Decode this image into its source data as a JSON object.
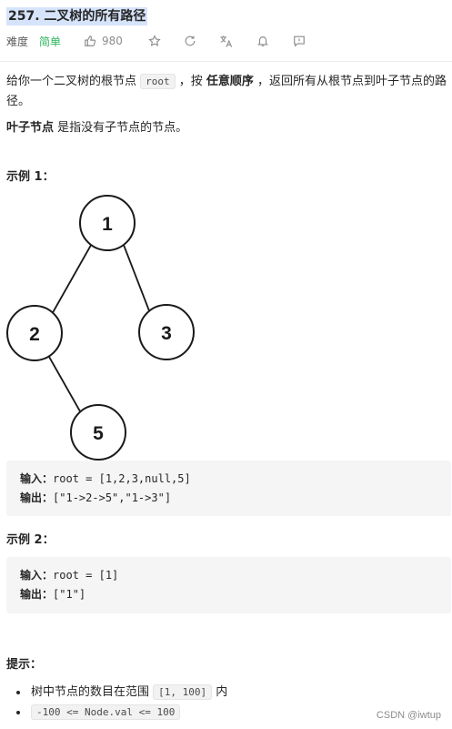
{
  "problem": {
    "title": "257. 二叉树的所有路径",
    "difficulty_label": "难度",
    "difficulty": "简单",
    "likes": "980"
  },
  "description": {
    "p1_a": "给你一个二叉树的根节点 ",
    "p1_code": "root",
    "p1_b": " ，按 ",
    "p1_bold": "任意顺序",
    "p1_c": " ，返回所有从根节点到叶子节点的路",
    "p1_d": "径。",
    "p2_bold": "叶子节点",
    "p2_rest": " 是指没有子节点的节点。"
  },
  "example1": {
    "heading": "示例 1：",
    "tree_nodes": [
      "1",
      "2",
      "3",
      "5"
    ],
    "input_label": "输入：",
    "input": "root = [1,2,3,null,5]",
    "output_label": "输出：",
    "output": "[\"1->2->5\",\"1->3\"]"
  },
  "example2": {
    "heading": "示例 2：",
    "input_label": "输入：",
    "input": "root = [1]",
    "output_label": "输出：",
    "output": "[\"1\"]"
  },
  "constraints": {
    "heading": "提示：",
    "item1_a": "树中节点的数目在范围 ",
    "item1_code": "[1, 100]",
    "item1_b": " 内",
    "item2_code": "-100 <= Node.val <= 100"
  },
  "watermark": "CSDN @iwtup",
  "icons": [
    "thumb-up-icon",
    "star-icon",
    "refresh-icon",
    "translate-icon",
    "bell-icon",
    "comment-icon"
  ]
}
